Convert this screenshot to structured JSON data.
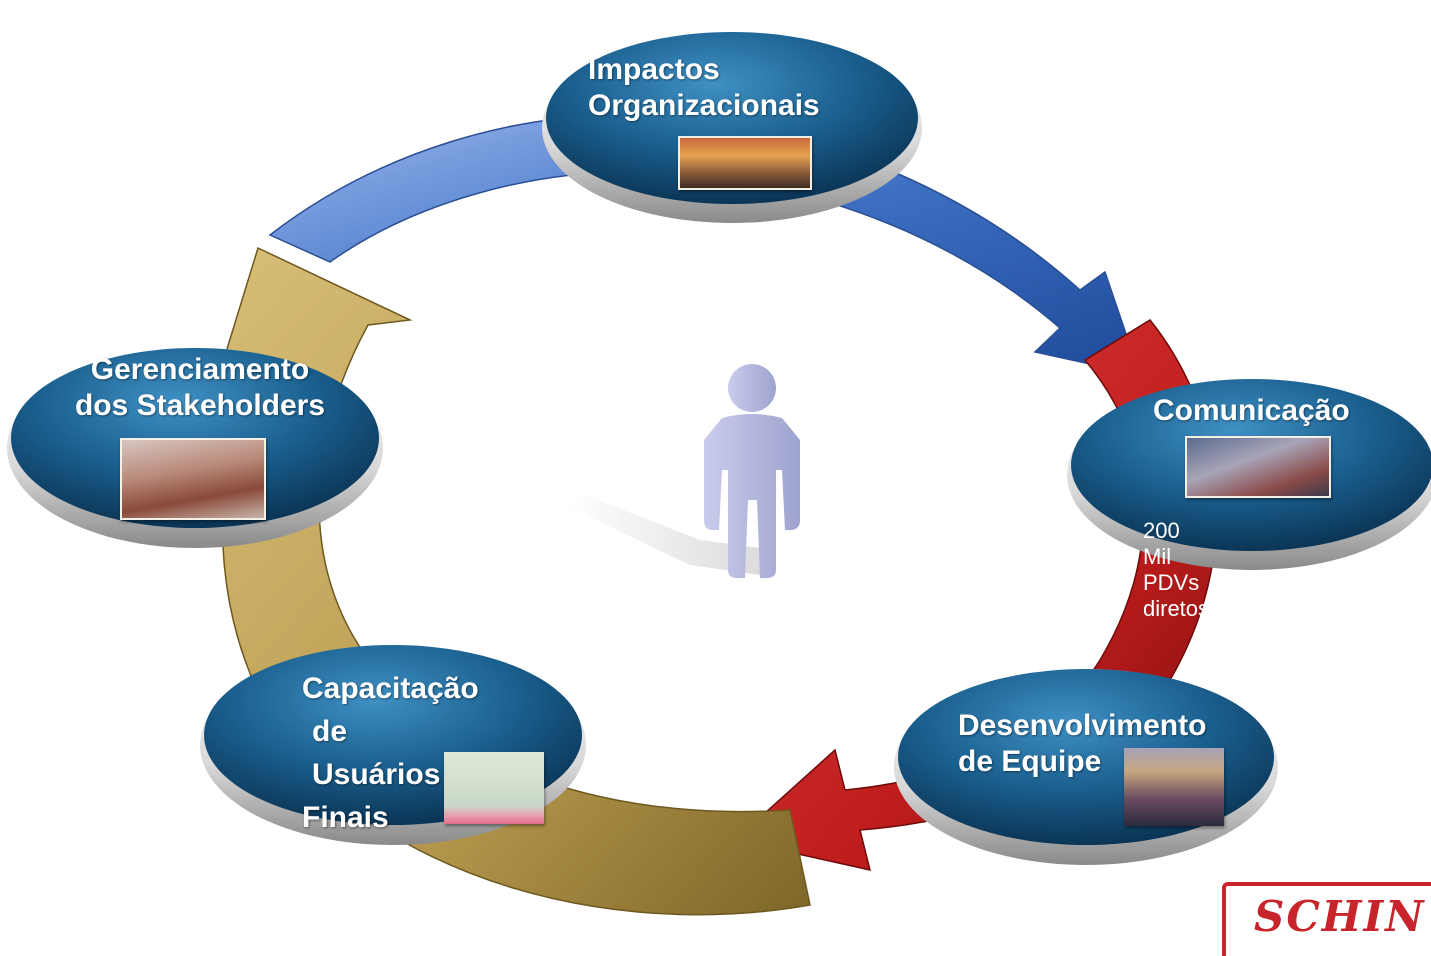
{
  "nodes": {
    "impactos": {
      "label_line1": "Impactos",
      "label_line2": "Organizacionais"
    },
    "comunicacao": {
      "label": "Comunicação",
      "note": "200 Mil PDVs diretos"
    },
    "desenvolvimento": {
      "label_line1": "Desenvolvimento",
      "label_line2": "de Equipe"
    },
    "capacitacao": {
      "label_line1": "Capacitação",
      "label_line2": "de Usuários",
      "label_line3": "Finais"
    },
    "gerenciamento": {
      "label_line1": "Gerenciamento",
      "label_line2": "dos Stakeholders"
    }
  },
  "logo": {
    "text": "SCHIN"
  },
  "colors": {
    "ellipse_blue": "#1a5f8e",
    "arrow_blue": "#3d6fc2",
    "arrow_red": "#c01d1d",
    "arrow_gold": "#b89a4e",
    "figure": "#b5b9dc",
    "logo_red": "#c8242b"
  }
}
